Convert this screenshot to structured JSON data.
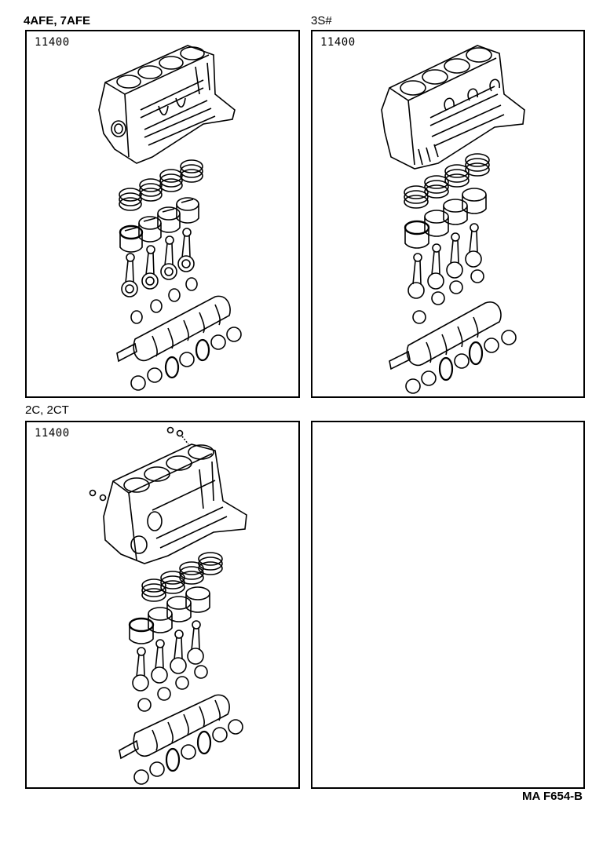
{
  "page": {
    "type": "exploded parts diagram",
    "reference_code": "MA F654-B"
  },
  "panels": [
    {
      "position": "top-left",
      "caption": "4AFE,  7AFE",
      "part_number": "11400",
      "components": [
        "cylinder-block",
        "piston-rings",
        "pistons",
        "connecting-rods",
        "rod-bearings",
        "crankshaft",
        "main-bearings",
        "thrust-washers"
      ]
    },
    {
      "position": "top-right",
      "caption": "3S#",
      "part_number": "11400",
      "components": [
        "cylinder-block",
        "piston-rings",
        "pistons",
        "connecting-rods",
        "rod-bearings",
        "crankshaft",
        "main-bearings",
        "thrust-washers"
      ]
    },
    {
      "position": "bottom-left",
      "caption": "2C, 2CT",
      "part_number": "11400",
      "components": [
        "cylinder-block",
        "block-plugs",
        "piston-rings",
        "pistons",
        "connecting-rods",
        "rod-bearings",
        "crankshaft",
        "main-bearings",
        "thrust-washers"
      ]
    },
    {
      "position": "bottom-right",
      "caption": "",
      "part_number": "",
      "components": []
    }
  ]
}
